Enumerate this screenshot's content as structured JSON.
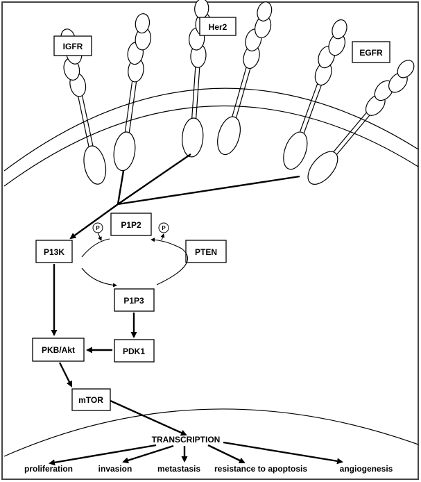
{
  "receptors": {
    "igfr": "IGFR",
    "her2": "Her2",
    "egfr": "EGFR"
  },
  "nodes": {
    "p13k": "P13K",
    "p1p2": "P1P2",
    "pten": "PTEN",
    "p1p3": "P1P3",
    "pdk1": "PDK1",
    "pkb_akt": "PKB/Akt",
    "mtor": "mTOR",
    "transcription": "TRANSCRIPTION"
  },
  "phosphate_marker": "P",
  "outcomes": [
    "proliferation",
    "invasion",
    "metastasis",
    "resistance to apoptosis",
    "angiogenesis"
  ]
}
